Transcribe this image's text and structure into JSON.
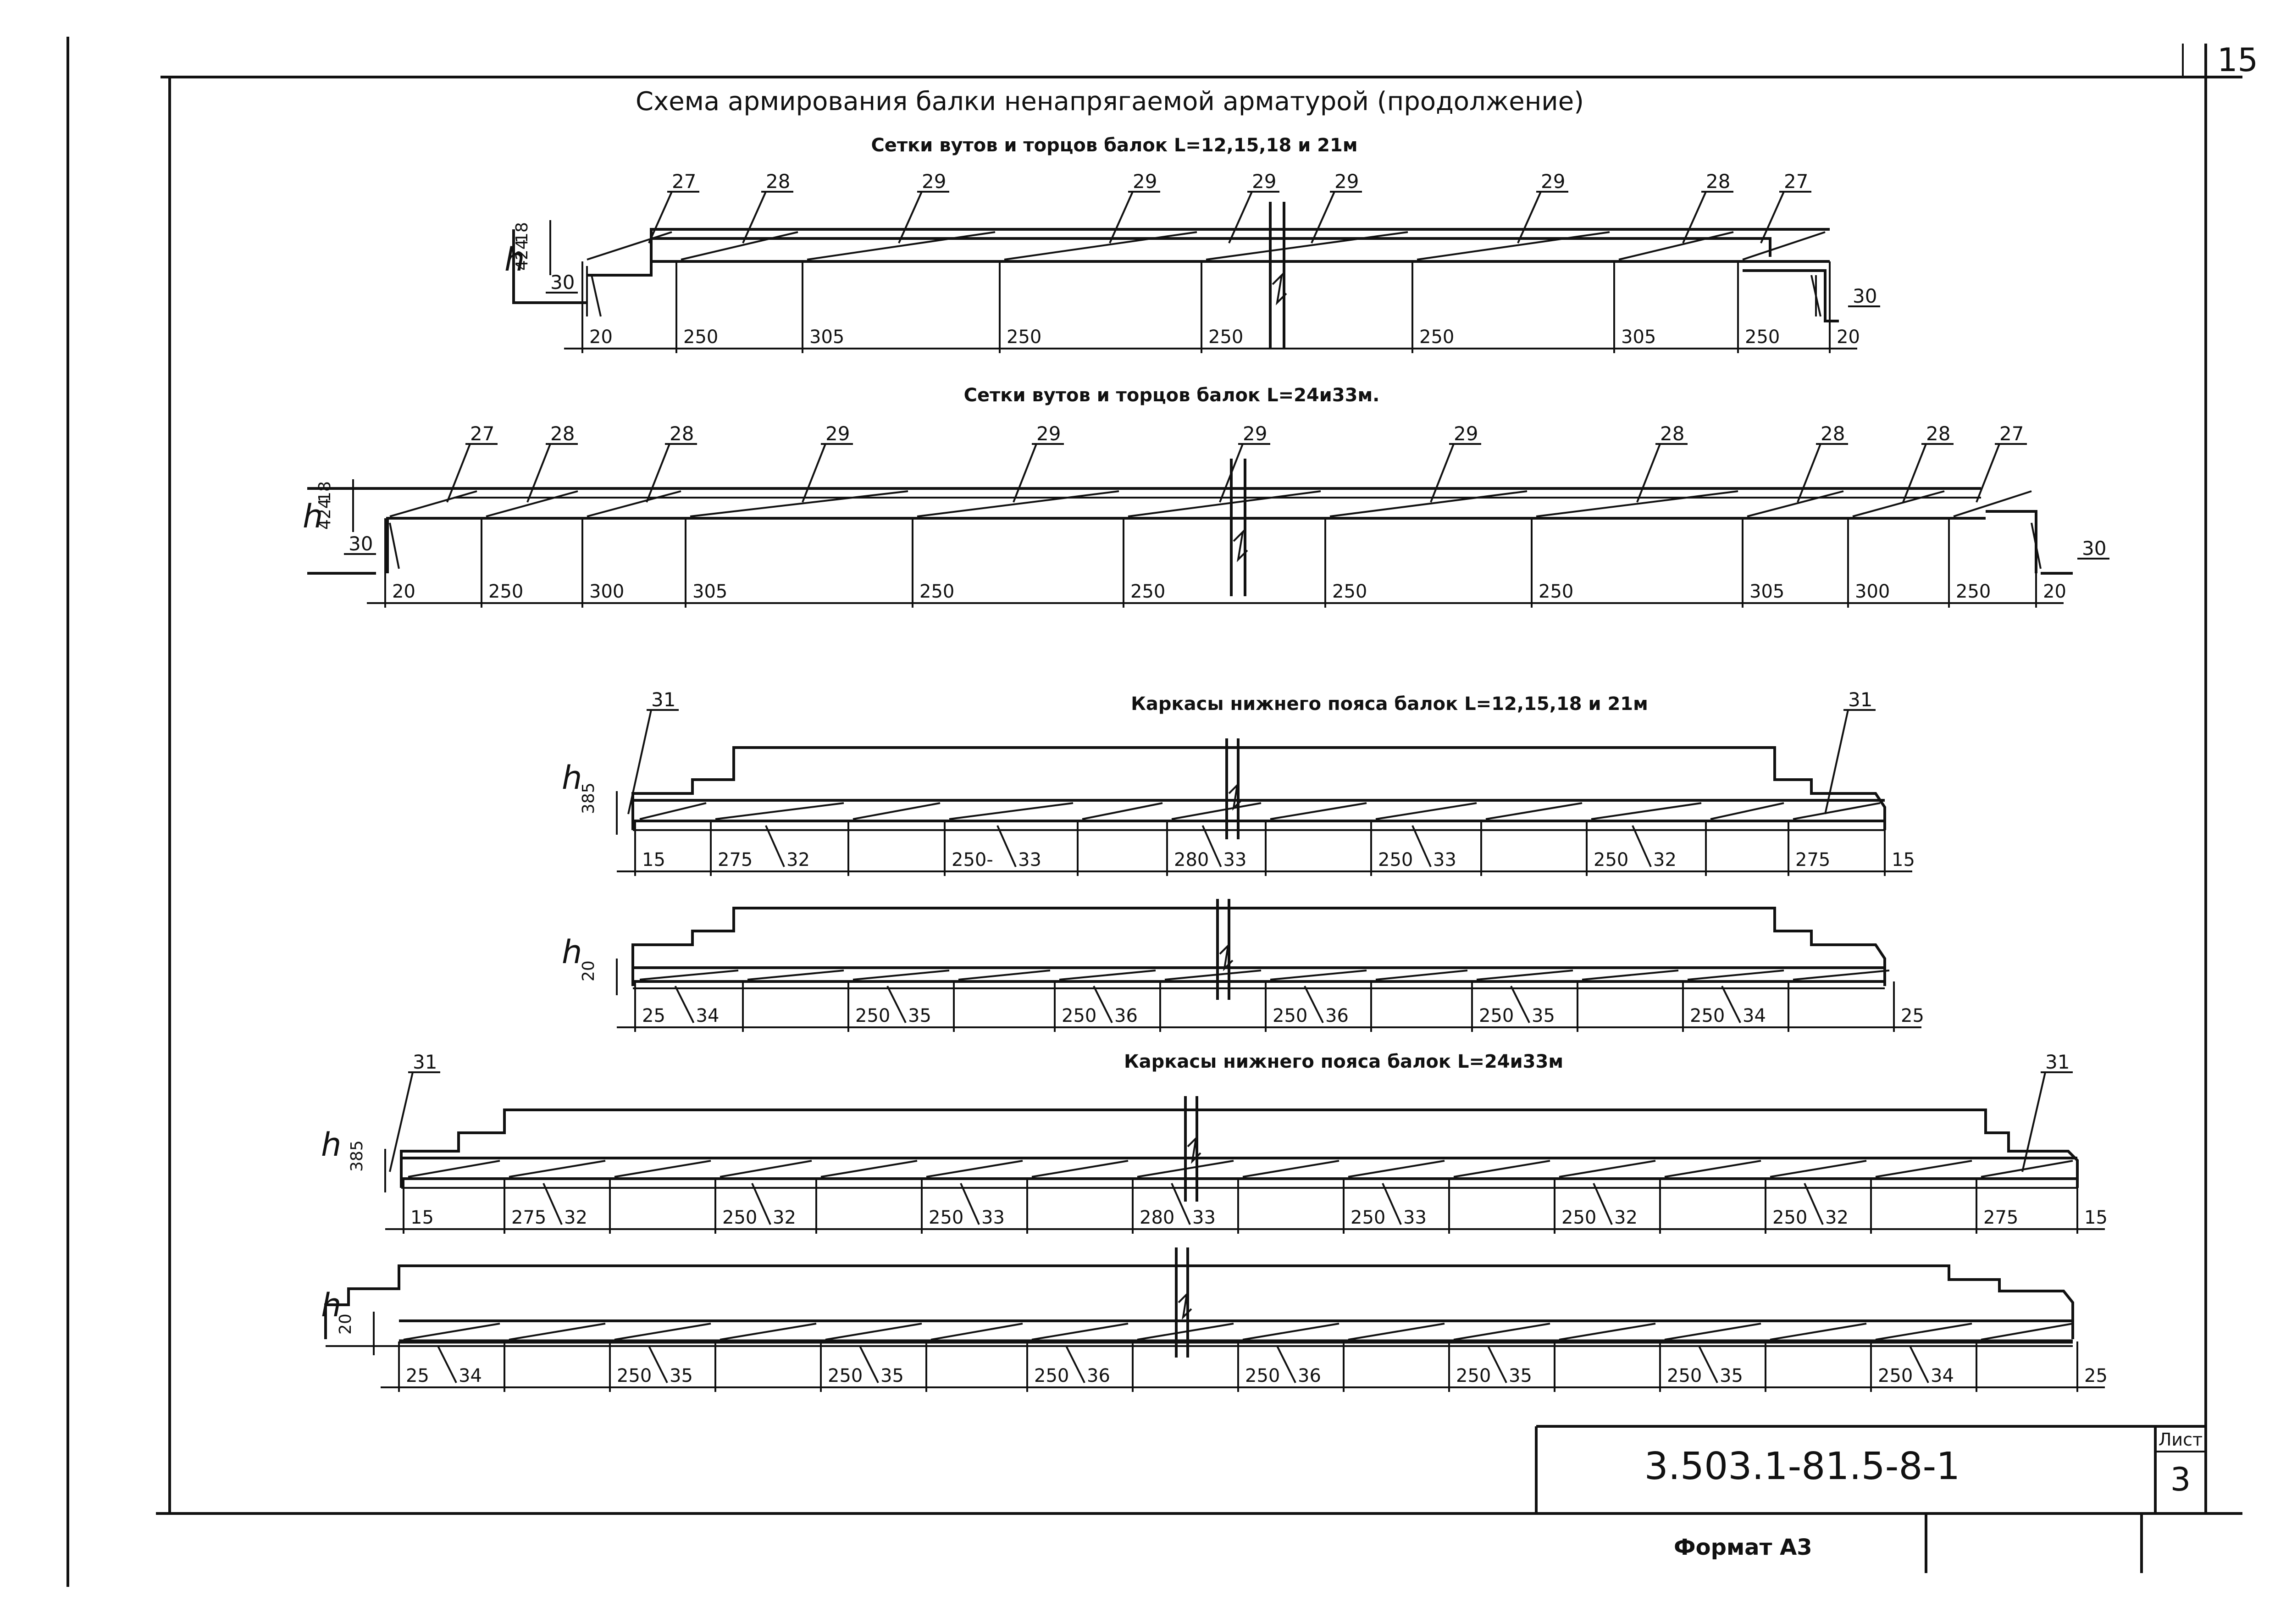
{
  "sheet": {
    "corner_number": "15",
    "main_title": "Схема армирования балки ненапрягаемой арматурой (продолжение)",
    "doc_code": "3.503.1-81.5-8-1",
    "sheet_label": "Лист",
    "sheet_number": "3",
    "format_label": "Формат А3"
  },
  "sections": [
    {
      "id": "s1",
      "title": "Сетки вутов и торцов балок L=12,15,18 и 21м",
      "left_dims": [
        "18",
        "424"
      ],
      "h_label": "h",
      "callouts": [
        "27",
        "28",
        "29",
        "29",
        "29",
        "29",
        "29",
        "28",
        "27"
      ],
      "end_callouts": [
        "30",
        "30"
      ],
      "bottom_dims": [
        "20",
        "250",
        "305",
        "250",
        "250",
        "250",
        "305",
        "250",
        "20"
      ]
    },
    {
      "id": "s2",
      "title": "Сетки вутов и торцов балок L=24и33м.",
      "left_dims": [
        "18",
        "424"
      ],
      "h_label": "h",
      "callouts": [
        "27",
        "28",
        "28",
        "29",
        "29",
        "29",
        "29",
        "28",
        "28",
        "28",
        "27"
      ],
      "end_callouts": [
        "30",
        "30"
      ],
      "bottom_dims": [
        "20",
        "250",
        "300",
        "305",
        "250",
        "250",
        "250",
        "250",
        "305",
        "300",
        "250",
        "20"
      ]
    },
    {
      "id": "s3",
      "title": "Каркасы нижнего пояса балок L=12,15,18 и 21м",
      "left_dims": [
        "385"
      ],
      "h_label": "h",
      "callouts": [
        "31",
        "31"
      ],
      "bottom_dims": [
        "15",
        "275",
        "32",
        "250-",
        "33",
        "280",
        "33",
        "250",
        "33",
        "250",
        "32",
        "275",
        "15"
      ]
    },
    {
      "id": "s4",
      "title": "",
      "left_dims": [
        "20"
      ],
      "h_label": "h",
      "bottom_dims": [
        "25",
        "34",
        "250",
        "35",
        "250",
        "36",
        "250",
        "36",
        "250",
        "35",
        "250",
        "34",
        "25"
      ]
    },
    {
      "id": "s5",
      "title": "Каркасы нижнего пояса балок L=24и33м",
      "left_dims": [
        "385"
      ],
      "h_label": "h",
      "callouts": [
        "31",
        "31"
      ],
      "bottom_dims": [
        "15",
        "275",
        "32",
        "250",
        "32",
        "250",
        "33",
        "280",
        "33",
        "250",
        "33",
        "250",
        "32",
        "250",
        "32",
        "275",
        "15"
      ]
    },
    {
      "id": "s6",
      "title": "",
      "left_dims": [
        "20"
      ],
      "h_label": "h",
      "bottom_dims": [
        "25",
        "34",
        "250",
        "35",
        "250",
        "35",
        "250",
        "36",
        "250",
        "36",
        "250",
        "35",
        "250",
        "35",
        "250",
        "34",
        "25"
      ]
    }
  ]
}
